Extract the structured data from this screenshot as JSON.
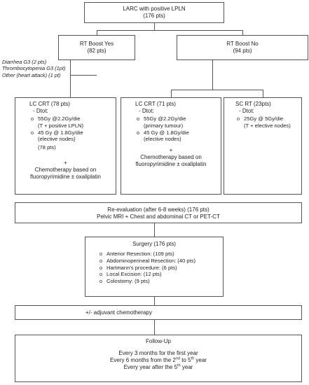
{
  "root": {
    "title": "LARC with positive LPLN",
    "count": "(176 pts)"
  },
  "boost_yes": {
    "title": "RT Boost Yes",
    "count": "(82 pts)"
  },
  "boost_no": {
    "title": "RT Boost No",
    "count": "(94 pts)"
  },
  "toxicities": [
    "Diarrhea G3 (2 pts)",
    "Thrombocytopenia G3 (1pt)",
    "Other (heart attack) (1 pt)"
  ],
  "lc_crt_yes": {
    "title": "LC CRT (78 pts)",
    "dtot": "- Dtot:",
    "doses": [
      {
        "line1": "55Gy @2.2Gy/die",
        "line2": "(T + positive LPLN)"
      },
      {
        "line1": "45 Gy @ 1.8Gy/die",
        "line2": "(elective nodes)",
        "line3": "(78 pts)"
      }
    ],
    "plus": "+",
    "chemo1": "Chemotherapy based on",
    "chemo2": "fluoropyrimidine ± oxaliplatin"
  },
  "lc_crt_no": {
    "title": "LC CRT (71 pts)",
    "dtot": "- Dtot:",
    "doses": [
      {
        "line1": "55Gy @2.2Gy/die",
        "line2": "(primary tumour)"
      },
      {
        "line1": "45 Gy @ 1.8Gy/die",
        "line2": "(elective nodes)"
      }
    ],
    "plus": "+",
    "chemo1": "Chemotherapy based on",
    "chemo2": "fluoropyrimidine ± oxaliplatin"
  },
  "sc_rt": {
    "title": "SC RT (23pts)",
    "dtot": "- Dtot:",
    "dose_line1": "25Gy @ 5Gy/die",
    "dose_line2": "(T + elective nodes)"
  },
  "reevaluation": {
    "line1": "Re-evaluation (after 6-8 weeks) (176 pts)",
    "line2": "Pelvic MRI + Chest and abdominal CT or PET-CT"
  },
  "surgery": {
    "title": "Surgery (176 pts)",
    "items": [
      "Anterior Resection: (109 pts)",
      "Abdominoperineal Resection: (40 pts)",
      "Hartmann's procedure: (6 pts)",
      "Local Excision: (12 pts)",
      "Colostomy: (9 pts)"
    ]
  },
  "adjuvant": "+/- adjuvant chemotherapy",
  "followup": {
    "title": "Follow-Up",
    "line1": "Every 3 months for the first year",
    "line2_a": "Every 6 months from the 2",
    "line2_sup1": "nd",
    "line2_b": " to 5",
    "line2_sup2": "th",
    "line2_c": " year",
    "line3_a": "Every year after the 5",
    "line3_sup": "th",
    "line3_b": " year"
  }
}
